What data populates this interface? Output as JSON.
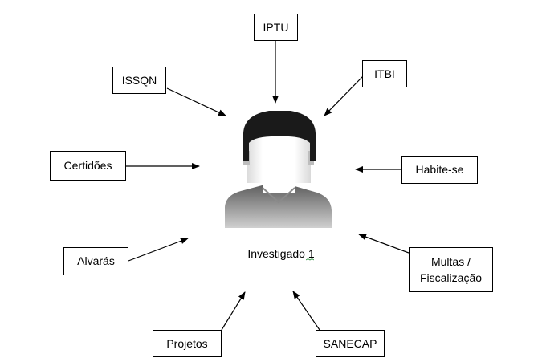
{
  "center": {
    "label": "Investigado 1",
    "icon": "person-avatar-icon"
  },
  "nodes": [
    {
      "id": "iptu",
      "label": "IPTU"
    },
    {
      "id": "itbi",
      "label": "ITBI"
    },
    {
      "id": "issqn",
      "label": "ISSQN"
    },
    {
      "id": "certidoes",
      "label": "Certidões"
    },
    {
      "id": "habite-se",
      "label": "Habite-se"
    },
    {
      "id": "alvaras",
      "label": "Alvarás"
    },
    {
      "id": "multas",
      "label": "Multas / Fiscalização"
    },
    {
      "id": "projetos",
      "label": "Projetos"
    },
    {
      "id": "sanecap",
      "label": "SANECAP"
    }
  ],
  "colors": {
    "stroke": "#000000",
    "hair": "#1a1a1a",
    "shirt_top": "#5e5e5e",
    "shirt_bottom": "#d0d0d0"
  }
}
